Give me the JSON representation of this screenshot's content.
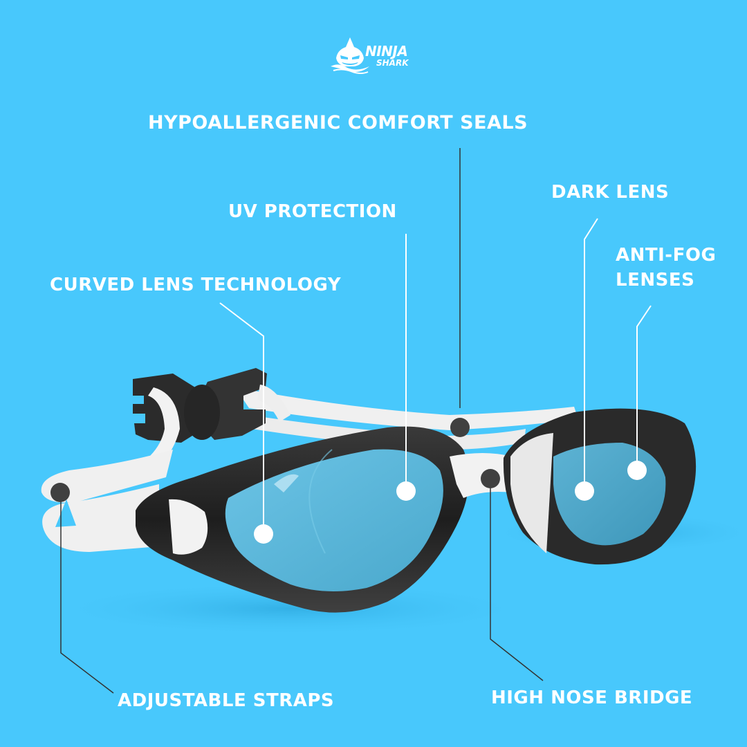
{
  "brand": {
    "logo_line1": "NINJA",
    "logo_line2": "SHARK",
    "logo_icon": "shark-mascot-icon"
  },
  "product": {
    "name": "Swim Goggles",
    "strap_color": "#f0f0f0",
    "frame_color": "#2a2a2a",
    "lens_color": "#5ab6d8",
    "background_color": "#48c8fc"
  },
  "callouts": [
    {
      "id": "hypoallergenic",
      "label": "HYPOALLERGENIC COMFORT SEALS",
      "marker": "dark"
    },
    {
      "id": "uv",
      "label": "UV PROTECTION",
      "marker": "white"
    },
    {
      "id": "dark-lens",
      "label": "DARK LENS",
      "marker": "white"
    },
    {
      "id": "anti-fog",
      "label_line1": "ANTI-FOG",
      "label_line2": "LENSES",
      "marker": "white"
    },
    {
      "id": "curved",
      "label": "CURVED LENS TECHNOLOGY",
      "marker": "white"
    },
    {
      "id": "straps",
      "label": "ADJUSTABLE STRAPS",
      "marker": "dark"
    },
    {
      "id": "nose",
      "label": "HIGH NOSE BRIDGE",
      "marker": "dark"
    }
  ]
}
